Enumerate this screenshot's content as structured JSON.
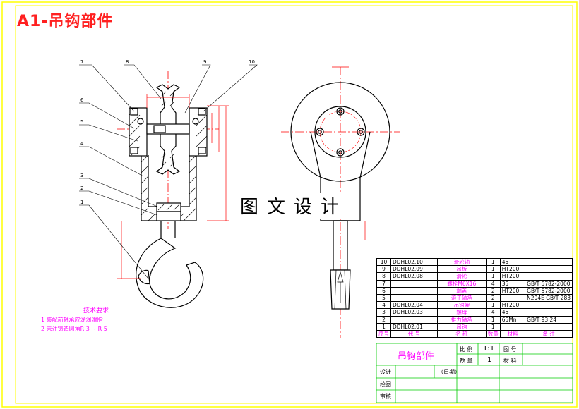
{
  "page": {
    "title": "A1-吊钩部件",
    "watermark": "图文设计"
  },
  "balloons": [
    "7",
    "8",
    "9",
    "10",
    "6",
    "5",
    "4",
    "3",
    "2",
    "1"
  ],
  "tech_requirements": {
    "title": "技术要求",
    "items": [
      "1  装配前轴承应涂润滑脂",
      "2  未注铸造圆角R 3 ~ R 5"
    ]
  },
  "bom": {
    "header": {
      "no": "序号",
      "code": "代  号",
      "name": "名  称",
      "qty": "数量",
      "material": "材料",
      "note": "备  注"
    },
    "rows": [
      {
        "no": "10",
        "code": "DDHL02.10",
        "name": "滑轮轴",
        "qty": "1",
        "material": "45",
        "note": ""
      },
      {
        "no": "9",
        "code": "DDHL02.09",
        "name": "吊板",
        "qty": "1",
        "material": "HT200",
        "note": ""
      },
      {
        "no": "8",
        "code": "DDHL02.08",
        "name": "滑轮",
        "qty": "1",
        "material": "HT200",
        "note": ""
      },
      {
        "no": "7",
        "code": "",
        "name": "螺栓M6X16",
        "qty": "4",
        "material": "35",
        "note": "GB/T 5782-2000"
      },
      {
        "no": "6",
        "code": "",
        "name": "端盖",
        "qty": "2",
        "material": "HT200",
        "note": "GB/T 5782-2000"
      },
      {
        "no": "5",
        "code": "",
        "name": "滚子轴承",
        "qty": "2",
        "material": "",
        "note": "N204E GB/T 283"
      },
      {
        "no": "4",
        "code": "DDHL02.04",
        "name": "吊钩架",
        "qty": "1",
        "material": "HT200",
        "note": ""
      },
      {
        "no": "3",
        "code": "DDHL02.03",
        "name": "螺母",
        "qty": "4",
        "material": "45",
        "note": ""
      },
      {
        "no": "2",
        "code": "",
        "name": "推力轴承",
        "qty": "1",
        "material": "65Mn",
        "note": "GB/T 93 24"
      },
      {
        "no": "1",
        "code": "DDHL02.01",
        "name": "吊钩",
        "qty": "1",
        "material": "",
        "note": ""
      }
    ]
  },
  "title_block": {
    "part_name": "吊钩部件",
    "scale_label": "比  例",
    "scale_value": "1:1",
    "drawing_no_label": "图  号",
    "qty_label": "数  量",
    "qty_value": "1",
    "material_label": "材  料",
    "designer_label": "设计",
    "date_label": "（日期）",
    "drawer_label": "绘图",
    "reviewer_label": "审核"
  },
  "colors": {
    "border": "#ffff00",
    "outline": "#000000",
    "centerline": "#ff0000",
    "dimension": "#ff0000",
    "magenta": "#ff00ff",
    "hatch": "#000000",
    "title": "#ff2020"
  }
}
